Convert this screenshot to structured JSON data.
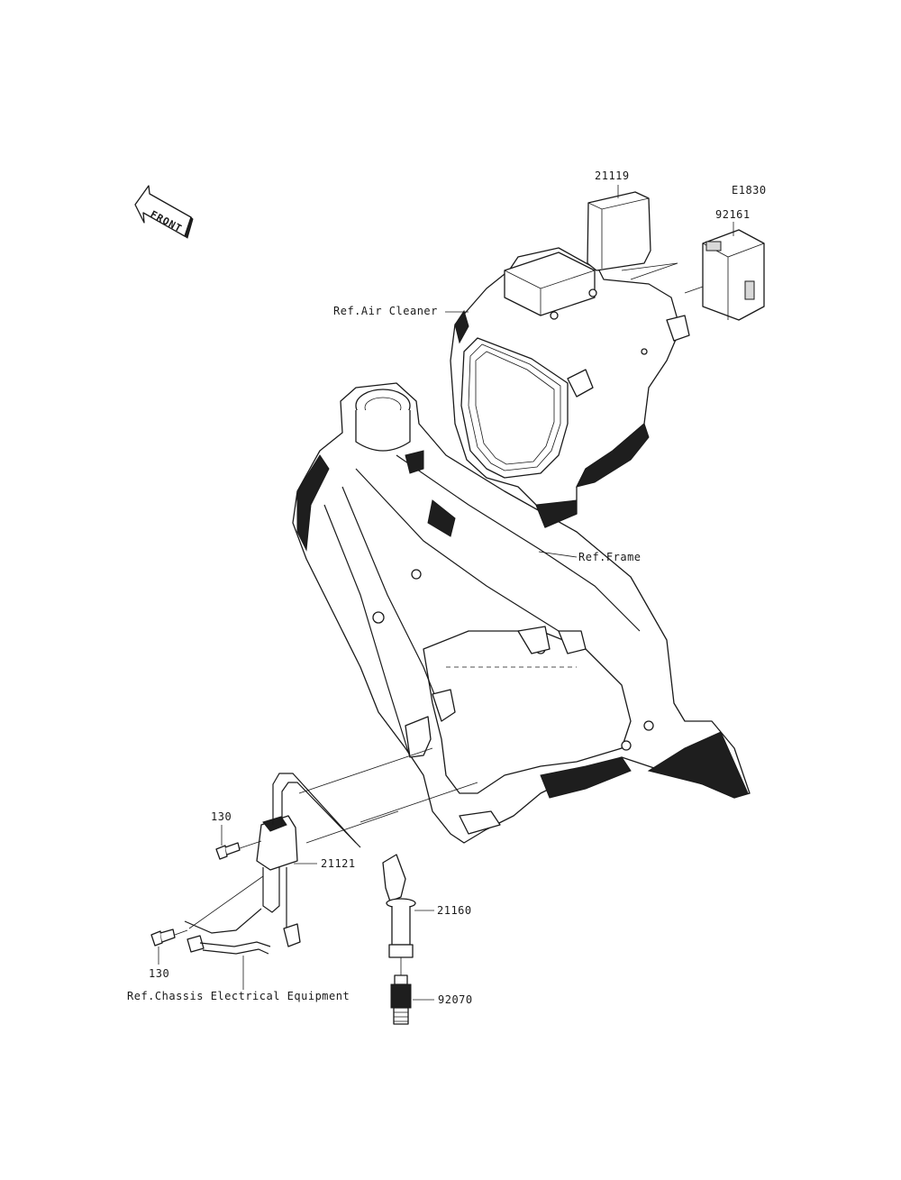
{
  "diagram_code": "E1830",
  "direction_indicator": {
    "text": "FRONT"
  },
  "callouts": {
    "p21119": "21119",
    "p92161": "92161",
    "ref_air_cleaner": "Ref.Air Cleaner",
    "ref_frame": "Ref.Frame",
    "p130_top": "130",
    "p21121": "21121",
    "p21160": "21160",
    "p130_bottom": "130",
    "ref_chassis_electrical": "Ref.Chassis Electrical Equipment",
    "p92070": "92070"
  }
}
